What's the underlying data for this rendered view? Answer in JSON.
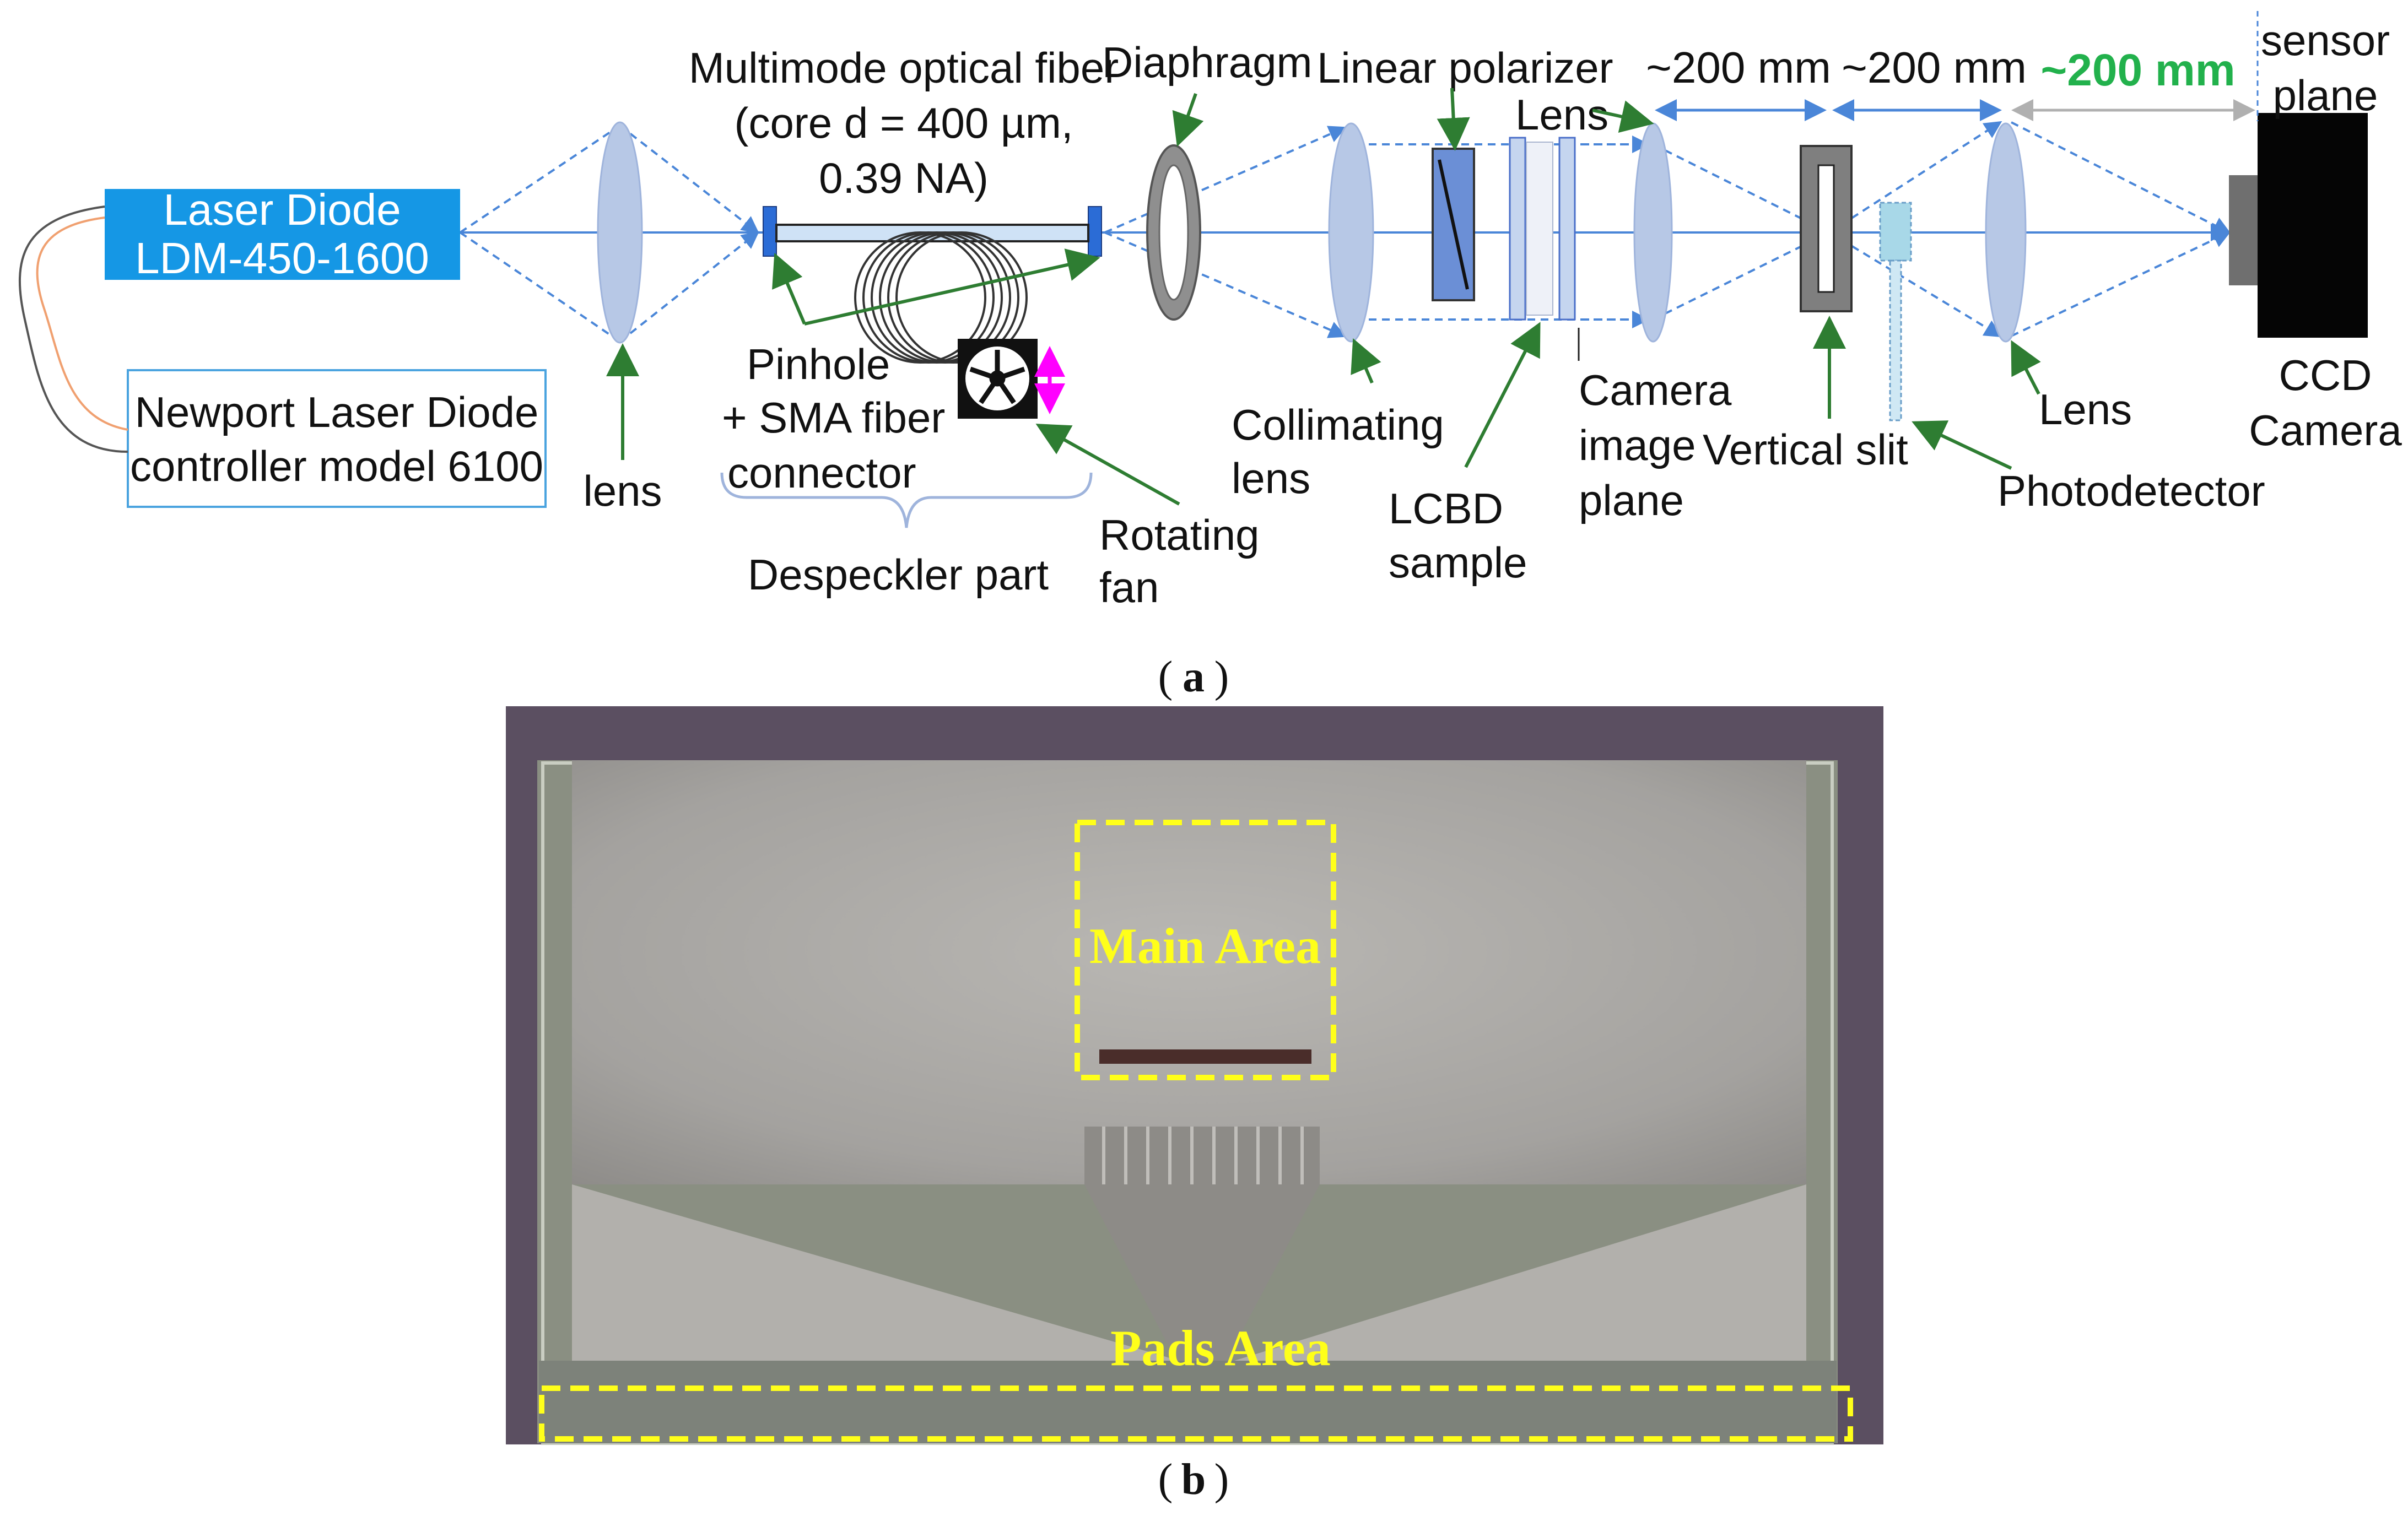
{
  "panel_a": {
    "laser_box": [
      "Laser Diode",
      "LDM-450-1600"
    ],
    "controller_box": [
      "Newport Laser Diode",
      "controller model 6100"
    ],
    "lens_left": "lens",
    "fiber": [
      "Multimode optical fiber",
      "(core d = 400 µm,",
      "0.39 NA)"
    ],
    "diaphragm": "Diaphragm",
    "pinhole": [
      "Pinhole",
      "+ SMA fiber",
      "connector"
    ],
    "despeckler": "Despeckler part",
    "fan": [
      "Rotating",
      "fan"
    ],
    "collimating": [
      "Collimating",
      "lens"
    ],
    "polarizer": "Linear polarizer",
    "lens_top": "Lens",
    "sample": [
      "LCBD",
      "sample"
    ],
    "camera_plane": [
      "Camera",
      "image",
      "plane"
    ],
    "dim1": "~200 mm",
    "dim2": "~200 mm",
    "dim3": "~200 mm",
    "slit": "Vertical slit",
    "photodetector": "Photodetector",
    "lens_right": "Lens",
    "sensor": [
      "sensor",
      "plane"
    ],
    "ccd": [
      "CCD",
      "Camera"
    ],
    "caption": "a"
  },
  "panel_b": {
    "main_area": "Main Area",
    "pads_area": "Pads Area",
    "caption": "b"
  },
  "colors": {
    "beam": "#4a86d8",
    "arrow_green": "#2e7d32",
    "laser_blue": "#1597e5",
    "lens_fill": "#b7c8e6",
    "highlight_yellow": "#ffff1a",
    "magenta": "#ff00ff"
  }
}
